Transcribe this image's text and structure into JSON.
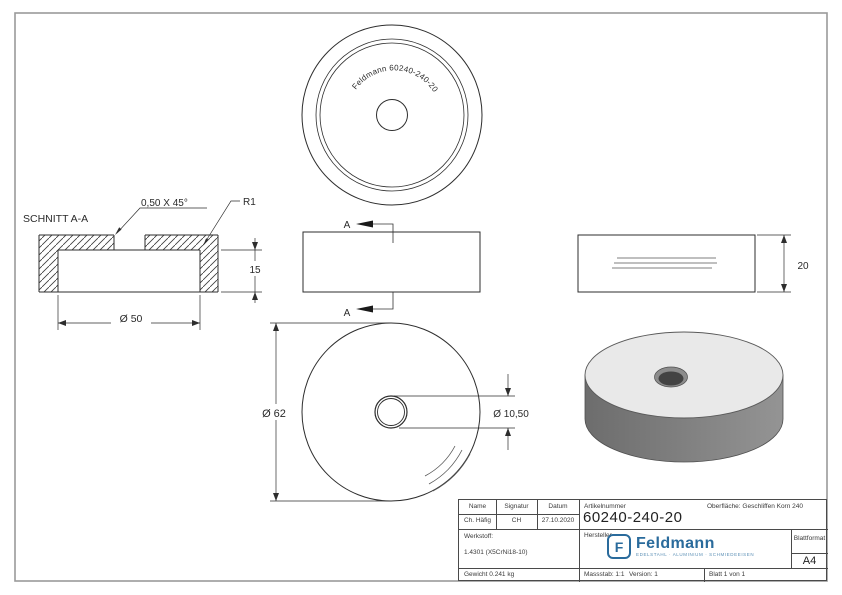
{
  "drawing": {
    "top_view": {
      "engraving": "Feldmann 60240-240-20"
    },
    "section_view": {
      "title": "SCHNITT A-A",
      "chamfer_dim": "0,50 X 45°",
      "fillet_dim": "R1",
      "depth_dim": "15",
      "diameter_dim": "Ø 50"
    },
    "side_view": {
      "cut_label": "A"
    },
    "end_view": {
      "height_dim": "20"
    },
    "front_view": {
      "outer_dia_dim": "Ø 62",
      "hole_dia_dim": "Ø 10,50"
    }
  },
  "title_block": {
    "headers": {
      "name": "Name",
      "signature": "Signatur",
      "date": "Datum",
      "article_number": "Artikelnummer",
      "surface": "Oberfläche:  Geschliffen Korn 240",
      "material": "Werkstoff:",
      "manufacturer": "Hersteller",
      "sheet_format": "Blattformat"
    },
    "values": {
      "name": "Ch. Häfig",
      "signature": "CH",
      "date": "27.10.2020",
      "article_number": "60240-240-20",
      "material": "1.4301 (X5CrNi18-10)",
      "sheet_format": "A4",
      "weight": "Gewicht 0.241 kg",
      "scale": "Massstab: 1:1",
      "version": "Version: 1",
      "sheet": "Blatt 1 von 1"
    },
    "logo": {
      "mark": "F",
      "text": "Feldmann",
      "tagline": "EDELSTAHL · ALUMINIUM · SCHMIEDEEISEN",
      "color": "#2a6b9c"
    }
  }
}
